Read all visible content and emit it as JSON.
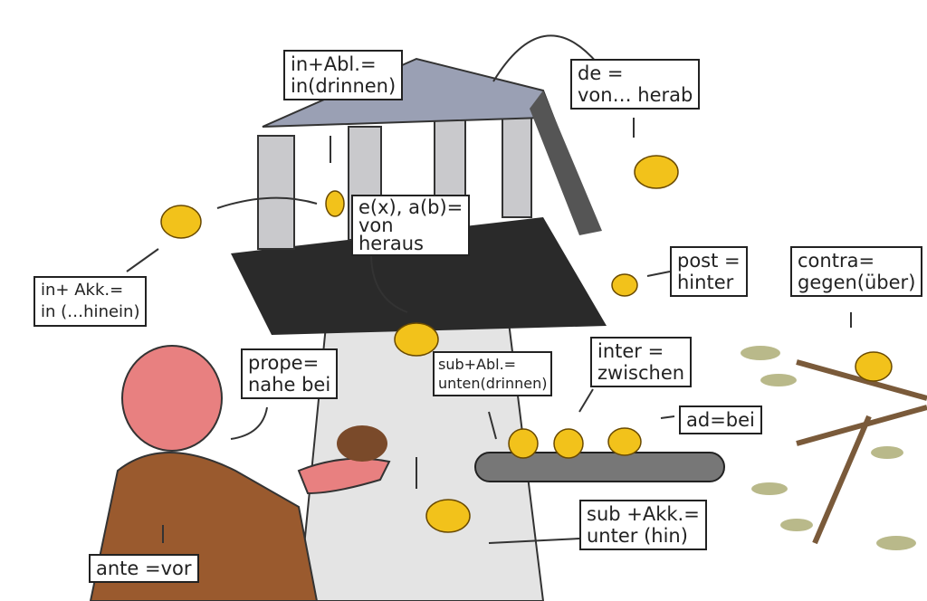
{
  "labels": {
    "in_abl": {
      "line1": "in+Abl.=",
      "line2": "in(drinnen)"
    },
    "de": {
      "line1": "de =",
      "line2": "von… herab"
    },
    "ex_ab": {
      "line1": "e(x), a(b)=",
      "line2": "von",
      "line3": "heraus"
    },
    "post": {
      "line1": "post =",
      "line2": "hinter"
    },
    "contra": {
      "line1": "contra=",
      "line2": "gegen(über)"
    },
    "in_akk": {
      "line1": "in+ Akk.=",
      "line2": "in (…hinein)"
    },
    "prope": {
      "line1": "prope=",
      "line2": "nahe bei"
    },
    "sub_abl": {
      "line1": "sub+Abl.=",
      "line2": "unten(drinnen)"
    },
    "inter": {
      "line1": "inter =",
      "line2": "zwischen"
    },
    "ad": {
      "line1": "ad=bei"
    },
    "sub_akk": {
      "line1": "sub +Akk.=",
      "line2": "unter (hin)"
    },
    "ante": {
      "line1": "ante =vor"
    }
  },
  "colors": {
    "bird": "#f2c21b",
    "tower": "#d8d8d8",
    "roof": "#2a2a2a",
    "robe": "#9a5a2e",
    "skin": "#e88080",
    "leaf": "#b9b98a"
  }
}
